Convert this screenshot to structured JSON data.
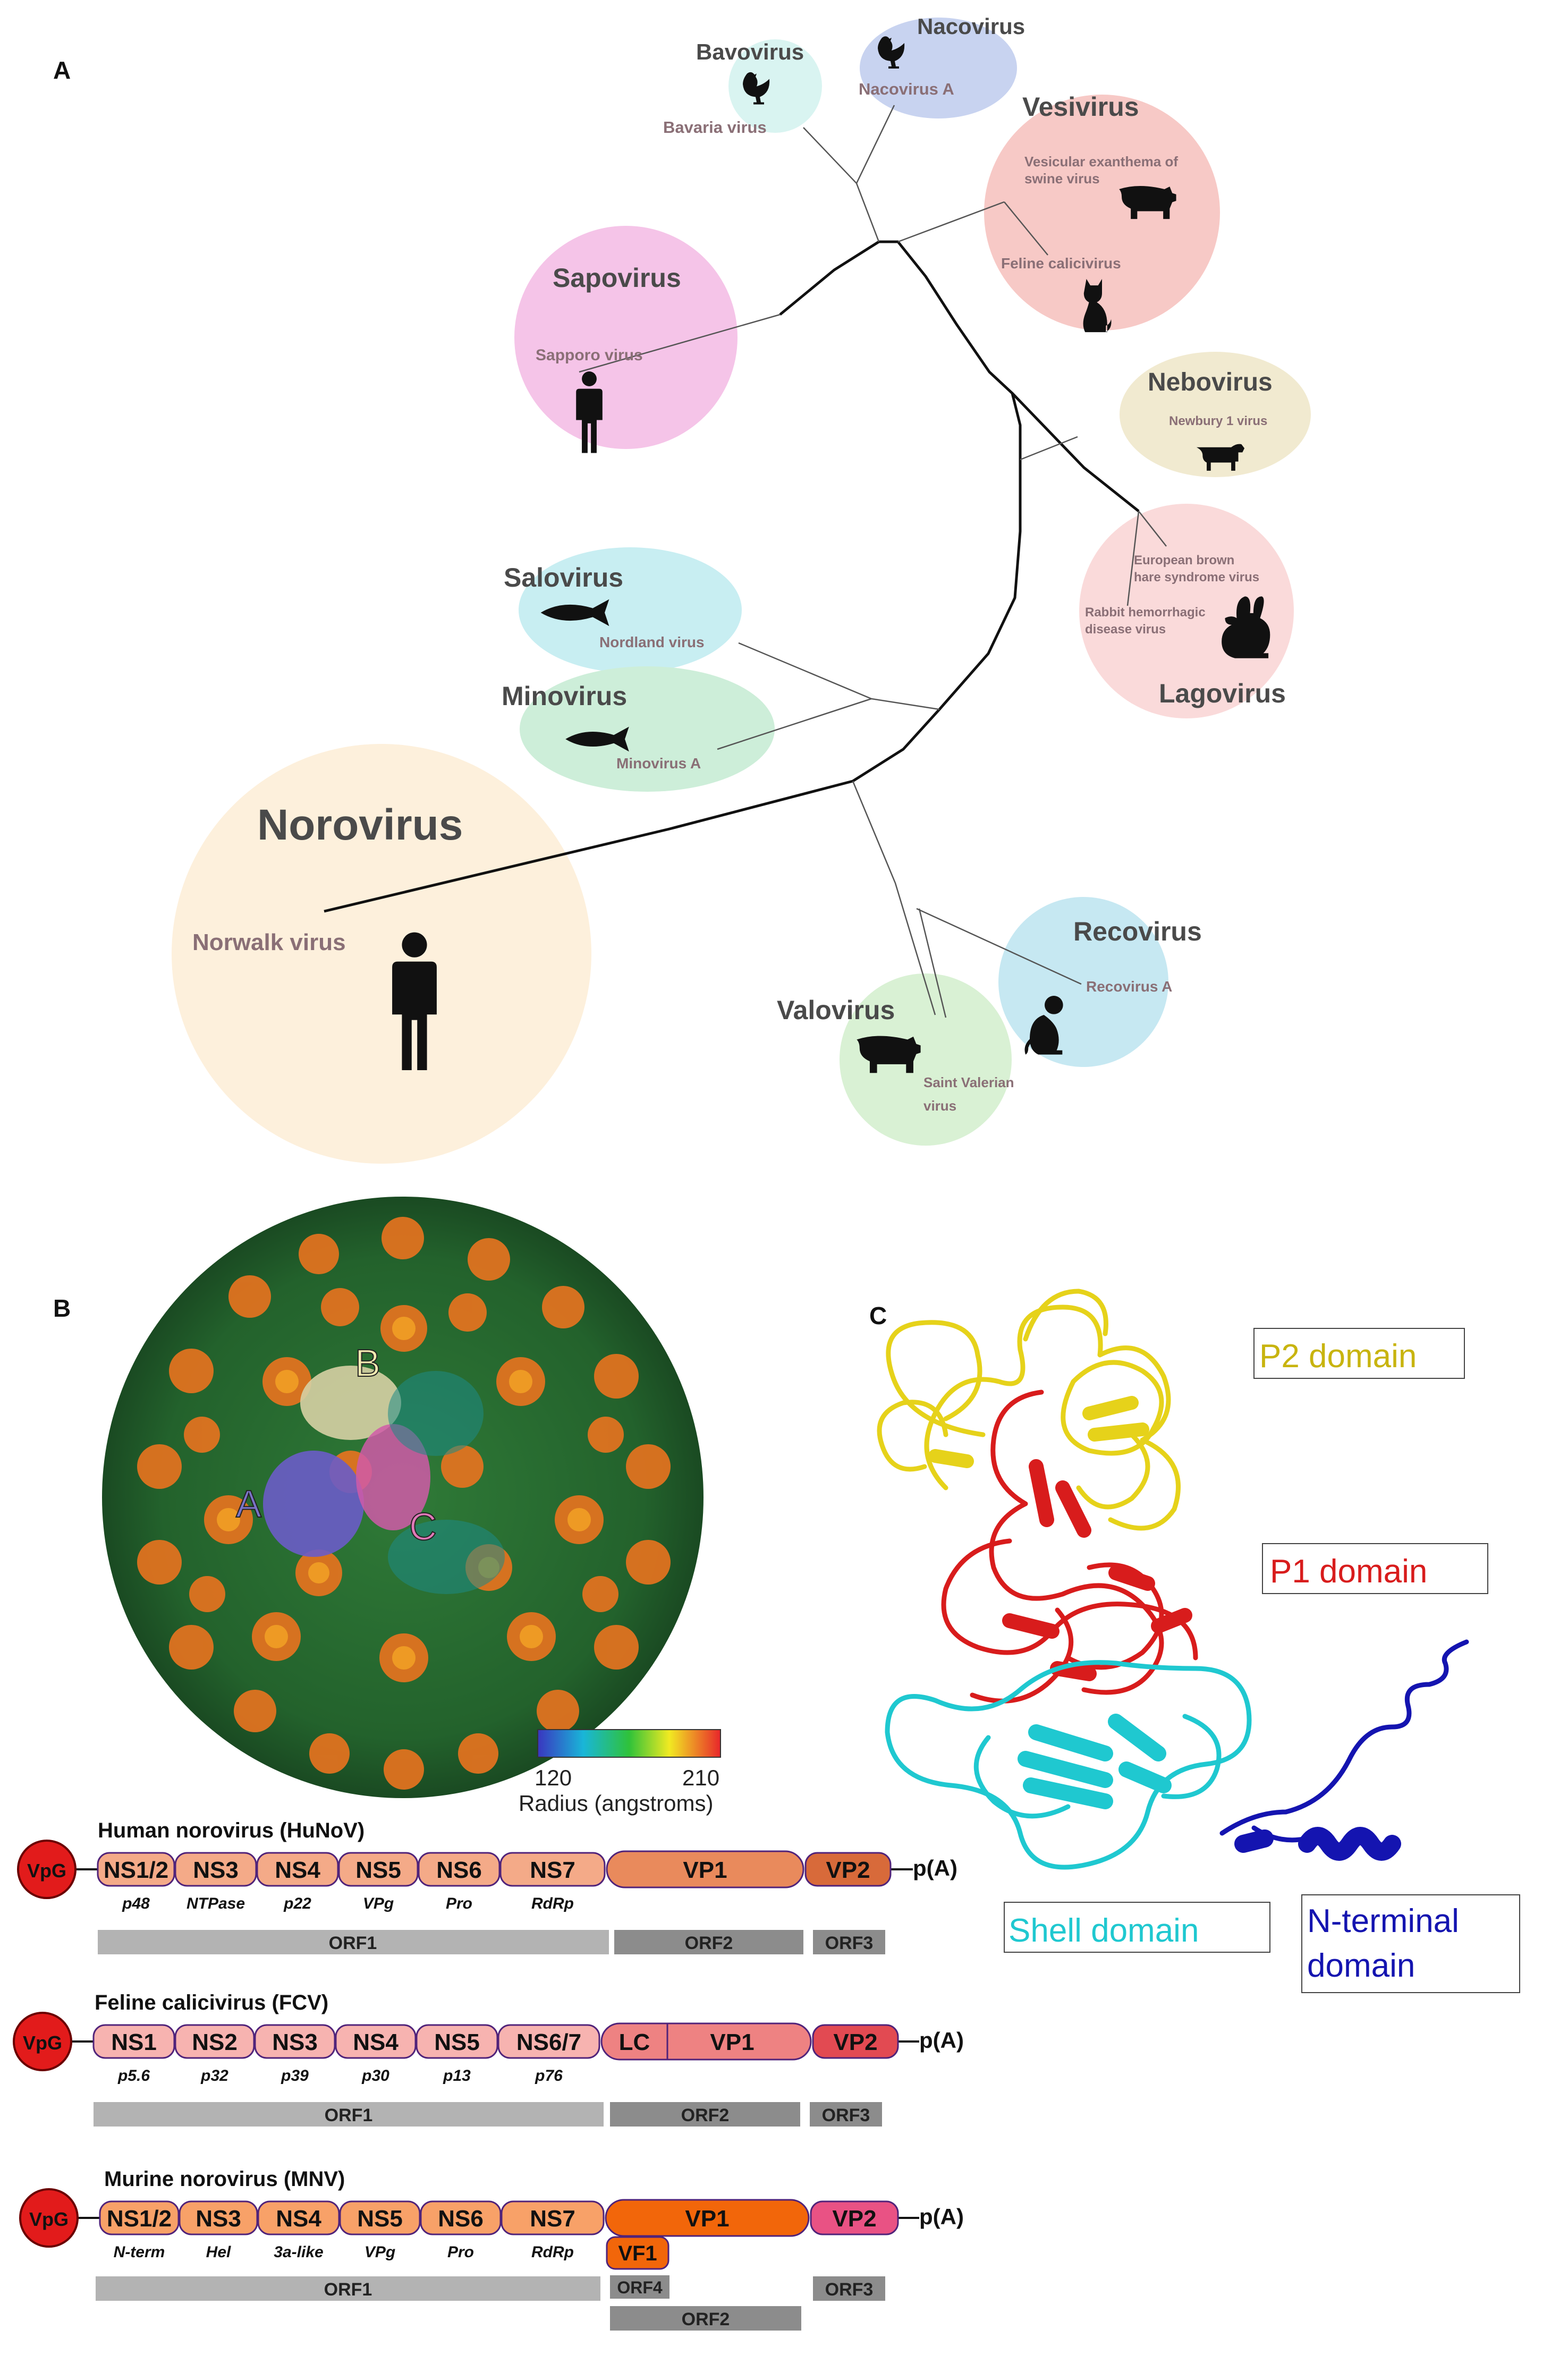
{
  "panels": {
    "a": "A",
    "b": "B",
    "c": "C"
  },
  "tree": {
    "genera": [
      {
        "name": "Bavovirus",
        "virus": "Bavaria virus",
        "circle": "#d9f4f1",
        "host_icon": "chicken-icon"
      },
      {
        "name": "Nacovirus",
        "virus": "Nacovirus A",
        "circle": "#c8d3f0",
        "host_icon": "chicken-icon"
      },
      {
        "name": "Vesivirus",
        "virus": "Vesicular exanthema of swine virus",
        "virus2": "Feline calicivirus",
        "circle": "#f7c9c6",
        "host_icon": "pig-icon",
        "host_icon2": "cat-icon"
      },
      {
        "name": "Sapovirus",
        "virus": "Sapporo virus",
        "circle": "#f5c4e8",
        "host_icon": "human-icon"
      },
      {
        "name": "Nebovirus",
        "virus": "Newbury 1 virus",
        "circle": "#f1ead0",
        "host_icon": "cow-icon"
      },
      {
        "name": "Lagovirus",
        "virus": "European brown hare syndrome virus",
        "virus2": "Rabbit hemorrhagic disease virus",
        "circle": "#fadada",
        "host_icon": "rabbit-icon"
      },
      {
        "name": "Salovirus",
        "virus": "Nordland virus",
        "circle": "#c8eef2",
        "host_icon": "fish-icon"
      },
      {
        "name": "Minovirus",
        "virus": "Minovirus A",
        "circle": "#cdeed9",
        "host_icon": "fish-icon"
      },
      {
        "name": "Norovirus",
        "virus": "Norwalk virus",
        "circle": "#fdf0dc",
        "host_icon": "human-icon"
      },
      {
        "name": "Recovirus",
        "virus": "Recovirus A",
        "circle": "#c6e8f2",
        "host_icon": "monkey-icon"
      },
      {
        "name": "Valovirus",
        "virus": "Saint Valerian virus",
        "circle": "#d9f1d4",
        "host_icon": "pig-icon"
      }
    ]
  },
  "capsid": {
    "labels": [
      "A",
      "B",
      "C"
    ],
    "colorbar": {
      "min": "120",
      "max": "210",
      "title": "Radius (angstroms)"
    }
  },
  "structure": {
    "domains": [
      {
        "name": "P2 domain",
        "color": "#e6d21a"
      },
      {
        "name": "P1 domain",
        "color": "#d81c1c"
      },
      {
        "name": "Shell domain",
        "color": "#1fc8d0"
      },
      {
        "name": "N-terminal domain",
        "color": "#1414b0"
      }
    ]
  },
  "genomes": [
    {
      "title": "Human norovirus (HuNoV)",
      "vpg": "VpG",
      "segments": [
        "NS1/2",
        "NS3",
        "NS4",
        "NS5",
        "NS6",
        "NS7"
      ],
      "proteins": [
        "p48",
        "NTPase",
        "p22",
        "VPg",
        "Pro",
        "RdRp"
      ],
      "vp1": "VP1",
      "vp2": "VP2",
      "polyA": "p(A)",
      "orfs": [
        "ORF1",
        "ORF2",
        "ORF3"
      ]
    },
    {
      "title": "Feline calicivirus (FCV)",
      "vpg": "VpG",
      "segments": [
        "NS1",
        "NS2",
        "NS3",
        "NS4",
        "NS5",
        "NS6/7"
      ],
      "proteins": [
        "p5.6",
        "p32",
        "p39",
        "p30",
        "p13",
        "p76"
      ],
      "lc": "LC",
      "vp1": "VP1",
      "vp2": "VP2",
      "polyA": "p(A)",
      "orfs": [
        "ORF1",
        "ORF2",
        "ORF3"
      ]
    },
    {
      "title": "Murine norovirus (MNV)",
      "vpg": "VpG",
      "segments": [
        "NS1/2",
        "NS3",
        "NS4",
        "NS5",
        "NS6",
        "NS7"
      ],
      "proteins": [
        "N-term",
        "Hel",
        "3a-like",
        "VPg",
        "Pro",
        "RdRp"
      ],
      "vp1": "VP1",
      "vf1": "VF1",
      "vp2": "VP2",
      "polyA": "p(A)",
      "orfs": [
        "ORF1",
        "ORF4",
        "ORF3",
        "ORF2"
      ]
    }
  ]
}
